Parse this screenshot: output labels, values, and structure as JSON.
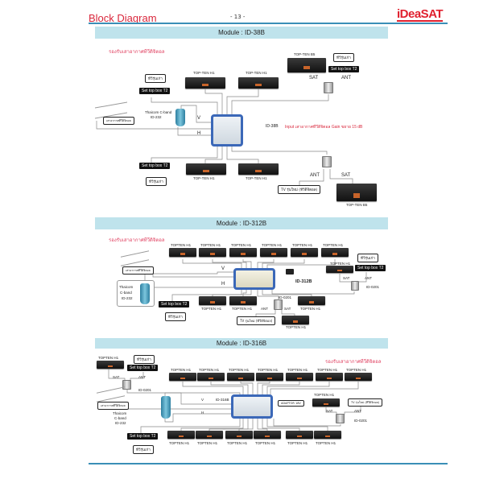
{
  "header": {
    "title": "Block Diagram",
    "page": "- 13 -",
    "logo": "iDeaSAT"
  },
  "s1": {
    "module_title": "Module : ID-38B",
    "note": "รองรับเสาอากาศทีวีดิจิตอล",
    "old_tv": "ทีวีรุ่นเก่า",
    "stb_t2": "Set top box T2",
    "topten_h1": "TOP-TEN H1",
    "topten_b5": "TOP-TEN B5",
    "sat": "SAT",
    "ant": "ANT",
    "antenna_label": "เสาอากาศทีวีดิจิตอล",
    "lnb_label": "Thaicom C-band",
    "lnb_model": "ID-232",
    "v": "V",
    "h": "H",
    "switch_label": "ID-38B",
    "input_note": "Input เสาอากาศทีวีดิจิตอล Gain ขยาย 15 dB",
    "new_tv": "TV รุ่นใหม่ (ทีวีดิจิตอล)"
  },
  "s2": {
    "module_title": "Module : ID-312B",
    "note": "รองรับเสาอากาศทีวีดิจิตอล",
    "topten": "TOPTEN H1",
    "old_tv": "ทีวีรุ่นเก่า",
    "stb_t2": "Set top box T2",
    "sat": "SAT",
    "ant": "ANT",
    "splitter": "ID-0201",
    "antenna_label": "เสาอากาศทีวีดิจิตอล",
    "lnb_1": "Thaicom",
    "lnb_2": "C-band",
    "lnb_3": "ID-232",
    "v": "V",
    "h": "H",
    "switch_label": "ID-312B",
    "new_tv": "TV รุ่นใหม่ (ทีวีดิจิตอล)"
  },
  "s3": {
    "module_title": "Module : ID-316B",
    "note": "รองรับเสาอากาศทีวีดิจิตอล",
    "topten": "TOPTEN H1",
    "old_tv": "ทีวีรุ่นเก่า",
    "stb_t2": "Set top box T2",
    "sat": "SAT",
    "ant": "ANT",
    "splitter": "ID-0201",
    "antenna_label": "เสาอากาศทีวีดิจิตอล",
    "lnb_1": "Thaicom",
    "lnb_2": "C-band",
    "lnb_3": "ID-232",
    "v": "V",
    "h": "H",
    "switch_label": "ID-316B",
    "adaptor": "ADAPTOR 18V",
    "new_tv": "TV รุ่นใหม่ (ทีวีดิจิตอล)"
  }
}
